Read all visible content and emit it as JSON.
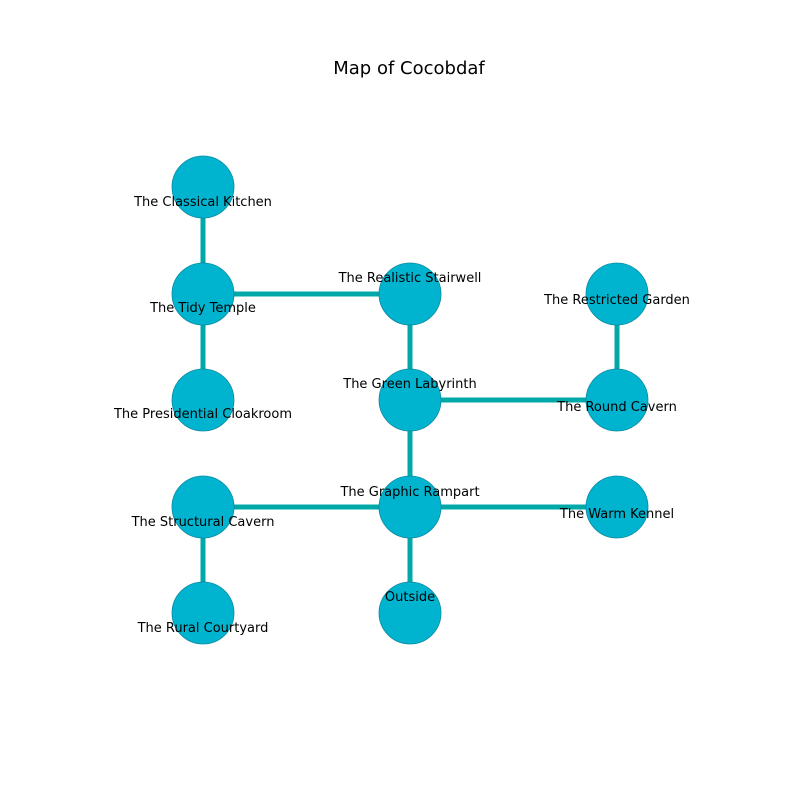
{
  "title": "Map of Cocobdaf",
  "colors": {
    "node_fill": "#00b4d0",
    "node_stroke": "#0a8aa0",
    "edge": "#00a8a8",
    "text": "#000000",
    "background": "#ffffff"
  },
  "rooms": [
    {
      "id": "classical_kitchen",
      "label": "The Classical Kitchen"
    },
    {
      "id": "tidy_temple",
      "label": "The Tidy Temple"
    },
    {
      "id": "presidential_cloakroom",
      "label": "The Presidential Cloakroom"
    },
    {
      "id": "structural_cavern",
      "label": "The Structural Cavern"
    },
    {
      "id": "rural_courtyard",
      "label": "The Rural Courtyard"
    },
    {
      "id": "realistic_stairwell",
      "label": "The Realistic Stairwell"
    },
    {
      "id": "green_labyrinth",
      "label": "The Green Labyrinth"
    },
    {
      "id": "graphic_rampart",
      "label": "The Graphic Rampart"
    },
    {
      "id": "outside",
      "label": "Outside"
    },
    {
      "id": "restricted_garden",
      "label": "The Restricted Garden"
    },
    {
      "id": "round_cavern",
      "label": "The Round Cavern"
    },
    {
      "id": "warm_kennel",
      "label": "The Warm Kennel"
    }
  ],
  "connections": [
    [
      "classical_kitchen",
      "tidy_temple"
    ],
    [
      "tidy_temple",
      "presidential_cloakroom"
    ],
    [
      "tidy_temple",
      "realistic_stairwell"
    ],
    [
      "realistic_stairwell",
      "green_labyrinth"
    ],
    [
      "green_labyrinth",
      "round_cavern"
    ],
    [
      "restricted_garden",
      "round_cavern"
    ],
    [
      "green_labyrinth",
      "graphic_rampart"
    ],
    [
      "graphic_rampart",
      "structural_cavern"
    ],
    [
      "graphic_rampart",
      "warm_kennel"
    ],
    [
      "graphic_rampart",
      "outside"
    ],
    [
      "structural_cavern",
      "rural_courtyard"
    ]
  ]
}
